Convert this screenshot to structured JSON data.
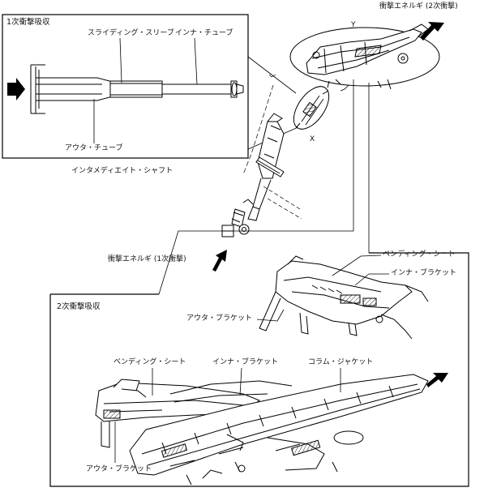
{
  "box1": {
    "title": "1次衝撃吸収",
    "labels": {
      "sliding_sleeve": "スライディング・スリーブ",
      "inner_tube": "インナ・チューブ",
      "outer_tube": "アウタ・チューブ"
    }
  },
  "intermediate_shaft": "インタメディエイト・シャフト",
  "energy_primary": "衝撃エネルギ (1次衝撃)",
  "energy_secondary": "衝撃エネルギ (2次衝撃)",
  "view_y": "Y",
  "view_x": "X",
  "mid_labels": {
    "bending_sheet": "ベンディング・シート",
    "inner_bracket": "インナ・ブラケット",
    "outer_bracket": "アウタ・ブラケット"
  },
  "box2": {
    "title": "2次衝撃吸収",
    "labels": {
      "bending_sheet": "ベンディング・シート",
      "inner_bracket": "インナ・ブラケット",
      "column_jacket": "コラム・ジャケット",
      "outer_bracket": "アウタ・ブラケット"
    }
  }
}
